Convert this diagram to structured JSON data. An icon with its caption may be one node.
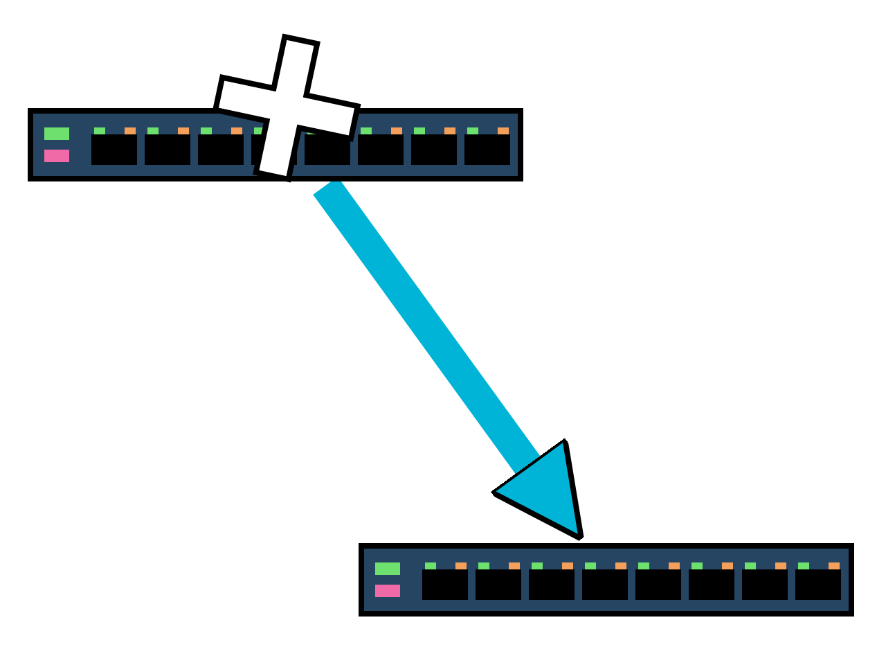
{
  "diagram": {
    "nodes": [
      {
        "text": [],
        "shape": "picture"
      },
      {
        "text": [],
        "shape": "picture"
      }
    ],
    "edges": [
      {
        "from": 0,
        "to": 1,
        "arrow": "to",
        "color": "#00b4d8"
      }
    ]
  }
}
